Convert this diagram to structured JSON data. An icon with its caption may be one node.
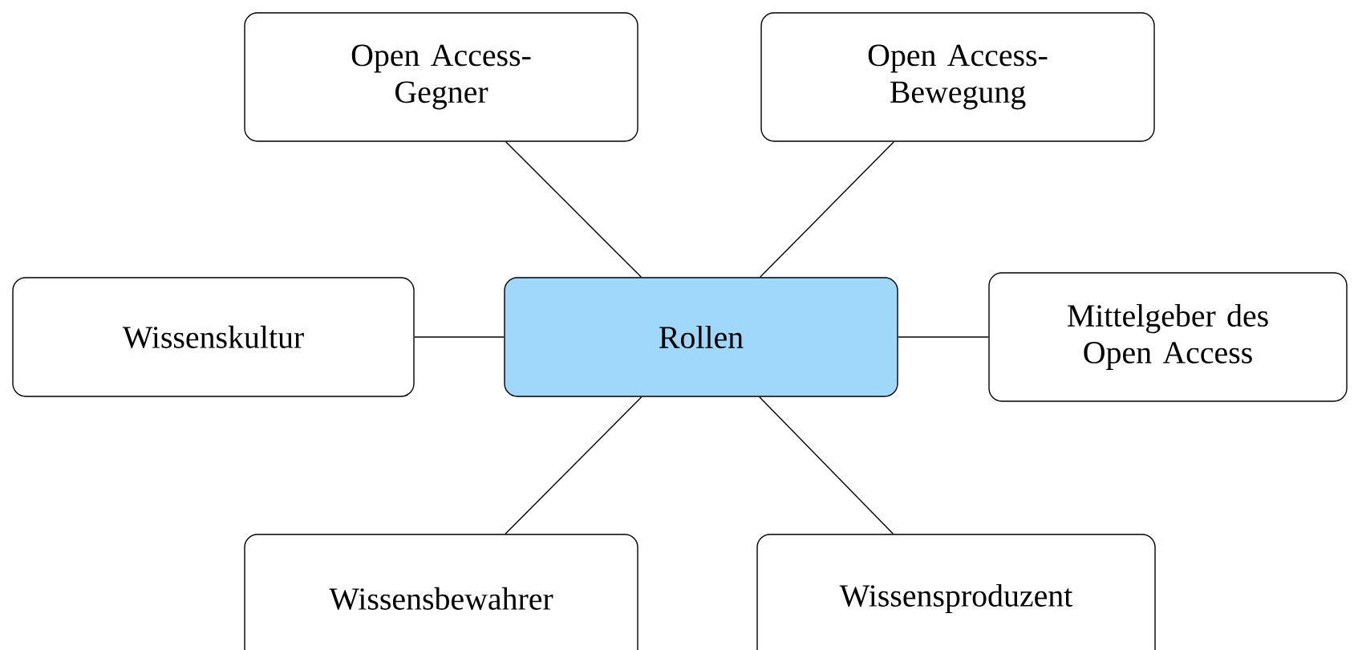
{
  "diagram": {
    "nodes": [
      {
        "text": [
          "Open Access-Gegner"
        ]
      },
      {
        "text": [
          "Open Access-Bewegung"
        ]
      },
      {
        "text": [
          "Wissenskultur"
        ]
      },
      {
        "text": [
          "Rollen"
        ]
      },
      {
        "text": [
          "Mittelgeber des Open Access"
        ]
      },
      {
        "text": [
          "Wissensbewahrer"
        ]
      },
      {
        "text": [
          "Wissensproduzent"
        ]
      }
    ],
    "edges": [
      {
        "from": 3,
        "to": 0,
        "arrow": "none"
      },
      {
        "from": 3,
        "to": 1,
        "arrow": "none"
      },
      {
        "from": 3,
        "to": 2,
        "arrow": "none"
      },
      {
        "from": 3,
        "to": 4,
        "arrow": "none"
      },
      {
        "from": 3,
        "to": 5,
        "arrow": "none"
      },
      {
        "from": 3,
        "to": 6,
        "arrow": "none"
      }
    ]
  }
}
